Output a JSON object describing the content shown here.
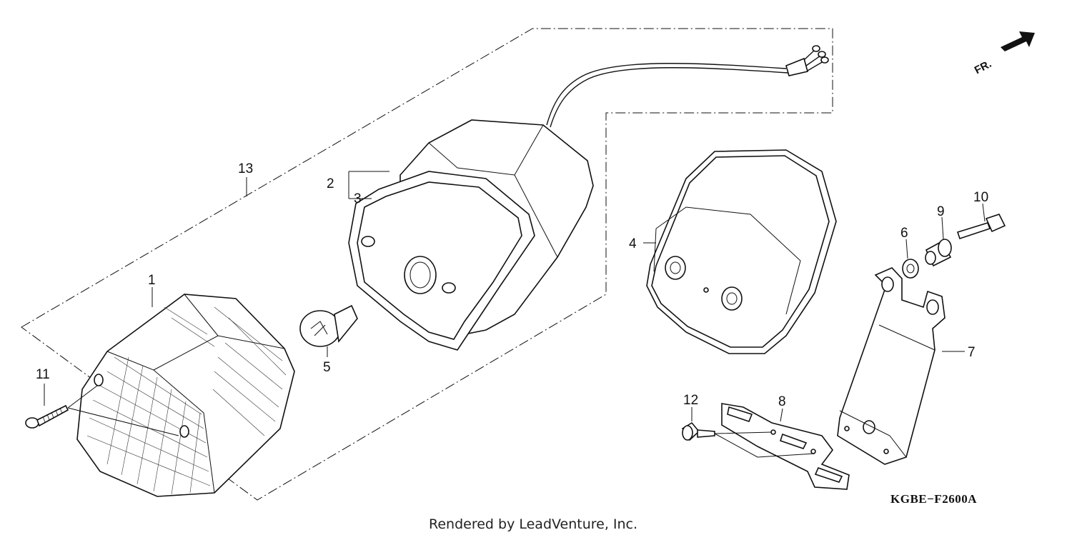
{
  "diagram": {
    "code": "KGBE−F2600A",
    "footer": "Rendered by LeadVenture, Inc.",
    "direction_label": "FR.",
    "callouts": {
      "c1": "1",
      "c2": "2",
      "c3": "3",
      "c4": "4",
      "c5": "5",
      "c6": "6",
      "c7": "7",
      "c8": "8",
      "c9": "9",
      "c10": "10",
      "c11": "11",
      "c12": "12",
      "c13": "13"
    }
  }
}
